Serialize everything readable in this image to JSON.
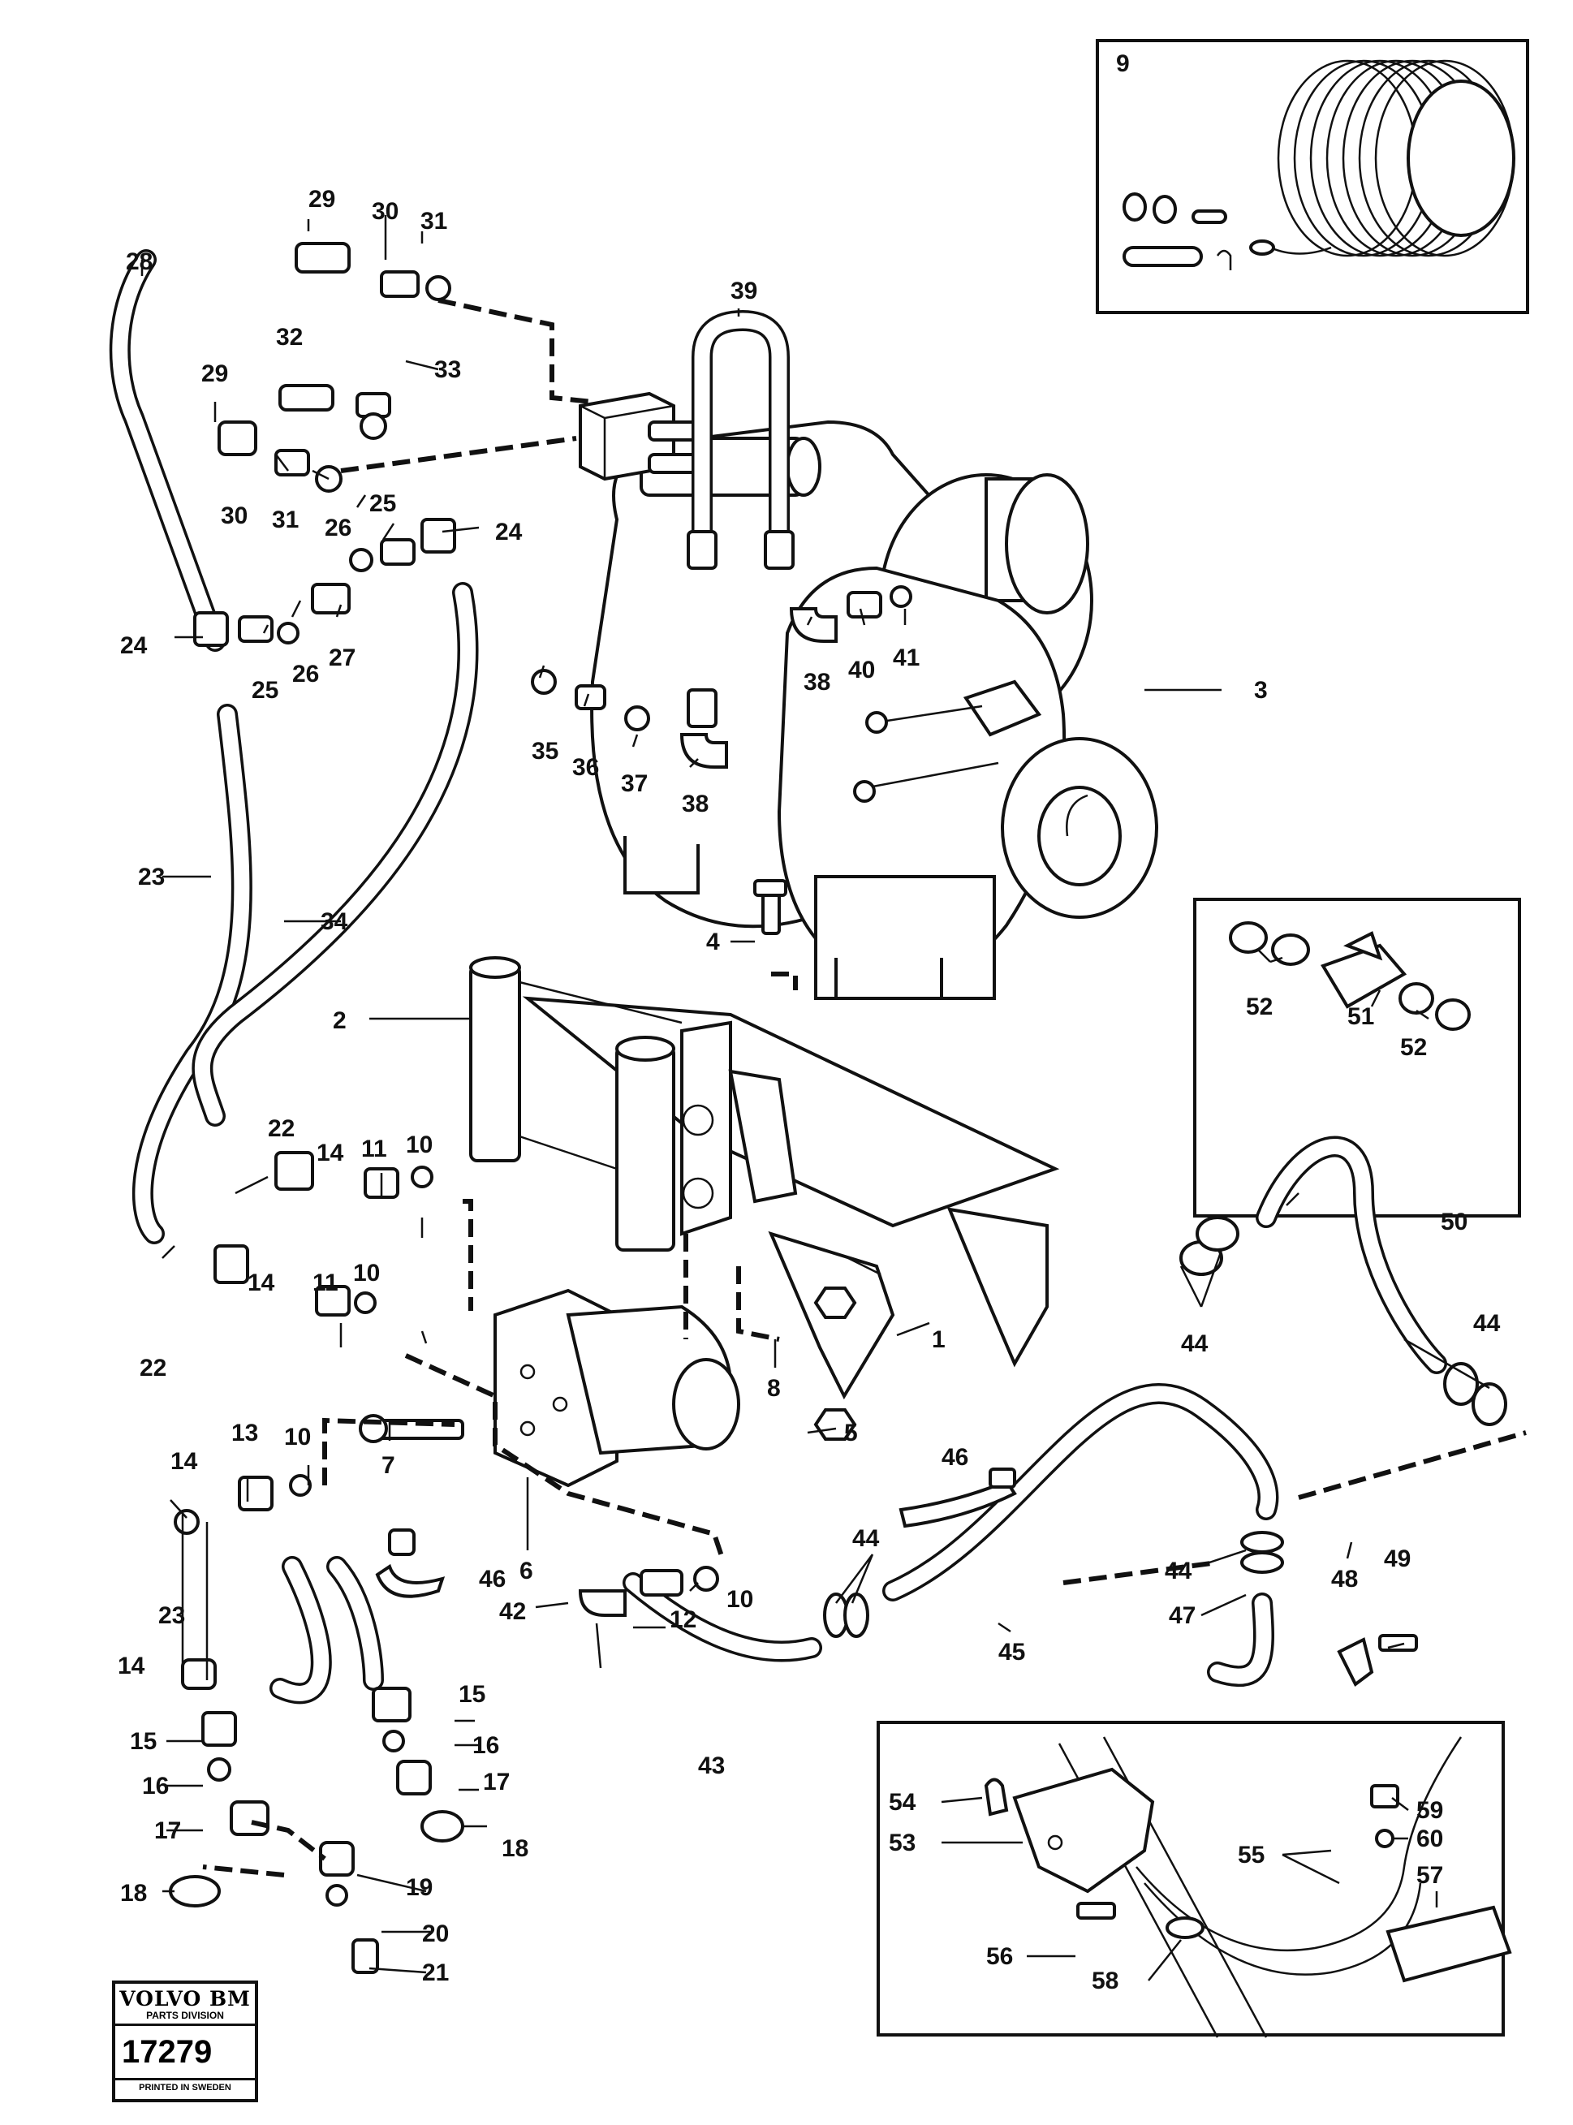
{
  "stamp": {
    "brand": "VOLVO BM",
    "division": "PARTS DIVISION",
    "number": "17279",
    "printed": "PRINTED IN SWEDEN"
  },
  "callouts": [
    "1",
    "2",
    "3",
    "4",
    "5",
    "6",
    "7",
    "8",
    "9",
    "10",
    "11",
    "12",
    "13",
    "14",
    "15",
    "16",
    "17",
    "18",
    "19",
    "20",
    "21",
    "22",
    "23",
    "24",
    "25",
    "26",
    "27",
    "28",
    "29",
    "30",
    "31",
    "32",
    "33",
    "34",
    "35",
    "36",
    "37",
    "38",
    "39",
    "40",
    "41",
    "42",
    "43",
    "44",
    "45",
    "46",
    "47",
    "48",
    "49",
    "50",
    "51",
    "52",
    "53",
    "54",
    "55",
    "56",
    "57",
    "58",
    "59",
    "60"
  ]
}
